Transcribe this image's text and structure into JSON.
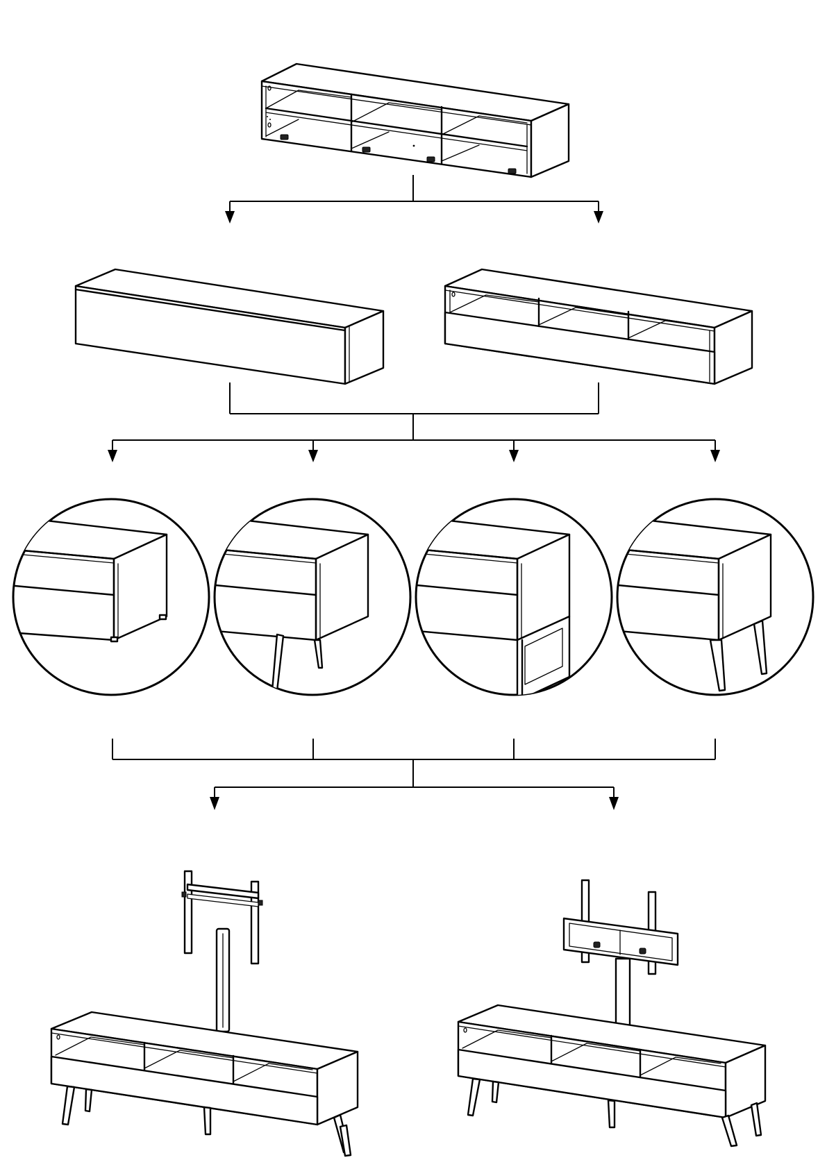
{
  "diagram": {
    "type": "assembly-configuration-tree",
    "colors": {
      "line": "#000000",
      "background": "#ffffff"
    },
    "levels": [
      {
        "id": "base-cabinet",
        "nodes": [
          "open-shelf-cabinet"
        ]
      },
      {
        "id": "front-options",
        "nodes": [
          "closed-front-cabinet",
          "drawer-front-cabinet"
        ]
      },
      {
        "id": "support-options",
        "nodes": [
          "low-feet",
          "angled-metal-leg",
          "frame-leg",
          "wooden-tapered-leg"
        ]
      },
      {
        "id": "tv-mount-options",
        "nodes": [
          "single-pole-flat-mount",
          "pole-stand-with-bracket"
        ]
      }
    ]
  }
}
